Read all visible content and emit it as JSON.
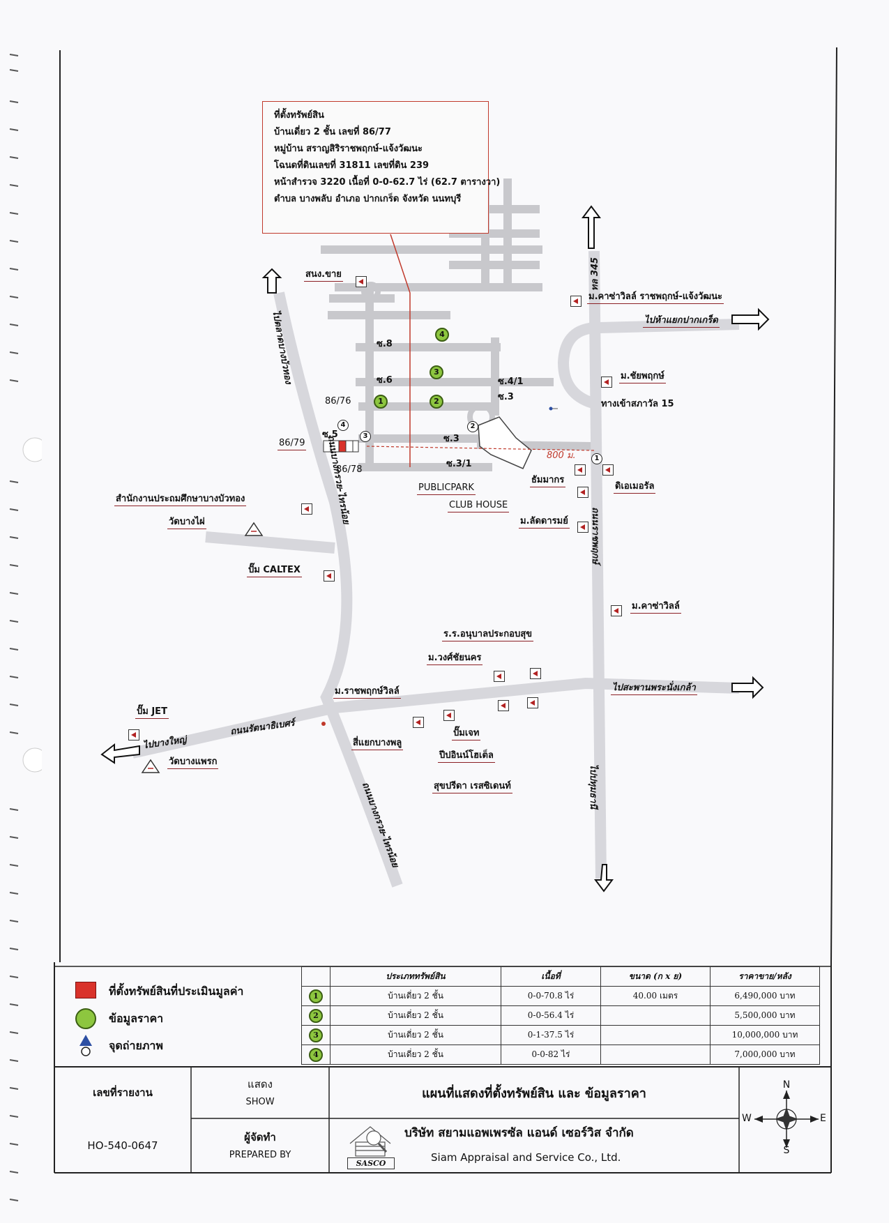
{
  "info_box": {
    "lines": [
      "ที่ตั้งทรัพย์สิน",
      "บ้านเดี่ยว 2 ชั้น เลขที่ 86/77",
      "หมู่บ้าน สราญสิริราชพฤกษ์-แจ้งวัฒนะ",
      "โฉนดที่ดินเลขที่ 31811 เลขที่ดิน 239",
      "หน้าสำรวจ 3220 เนื้อที่ 0-0-62.7 ไร่ (62.7 ตารางวา)",
      "ตำบล บางพลับ อำเภอ ปากเกร็ด จังหวัด นนทบุรี"
    ]
  },
  "map": {
    "road_labels": {
      "rd345": "ทล 345",
      "to_pakkret": "ไปห้าแยกปากเกร็ด",
      "to_lat_bua_thong": "ไปตลาดบางบัวทอง",
      "to_phra_nang_klao": "ไปสะพานพระนั่งเกล้า",
      "to_bang_yai": "ไปบางใหญ่",
      "rattanathibet": "ถนนรัตนาธิเบศร์",
      "to_pathum_thani": "ไปปทุมธานี",
      "ratchaphruek_road": "ถนนราชพฤกษ์",
      "bang_kruai_sai_noi_n": "ถนนบางกรวย-ไทรน้อย",
      "bang_kruai_sai_noi_s": "ถนนบางกรวย-ไทรน้อย",
      "distance": "800 ม."
    },
    "soi_labels": [
      "ซ.8",
      "ซ.6",
      "ซ.4/1",
      "ซ.3",
      "ซ.5",
      "ซ.3",
      "ซ.3/1"
    ],
    "landmarks": [
      "สนง.ขาย",
      "ม.คาซ่าวิลล์ ราชพฤกษ์-แจ้งวัฒนะ",
      "ม.ชัยพฤกษ์",
      "ทางเข้าสภาวัล 15",
      "ธัมมากร",
      "ดิเอเมอรัล",
      "ม.ลัดดารมย์",
      "ม.คาซ่าวิลล์",
      "PUBLICPARK",
      "CLUB HOUSE",
      "สำนักงานประถมศึกษาบางบัวทอง",
      "วัดบางไผ่",
      "ปั๊ม CALTEX",
      "ร.ร.อนุบาลประกอบสุข",
      "ม.วงศ์ชัยนคร",
      "ม.ราชพฤกษ์วิลล์",
      "ปั๊ม JET",
      "วัดบางแพรก",
      "สี่แยกบางพลู",
      "ปั๊มเจท",
      "ปีปอินน์โฮเต็ล",
      "สุขปรีดา เรสซิเดนท์"
    ],
    "plots": [
      "86/76",
      "86/79",
      "86/78"
    ],
    "photo_points": [
      "1",
      "2",
      "3",
      "4"
    ],
    "comparables": [
      "1",
      "2",
      "3",
      "4"
    ]
  },
  "legend": {
    "subject_label": "ที่ตั้งทรัพย์สินที่ประเมินมูลค่า",
    "comparable_label": "ข้อมูลราคา",
    "photo_label": "จุดถ่ายภาพ",
    "colors": {
      "subject": "#d9322a",
      "comparable": "#8dc63f",
      "photo": "#2d4fa3"
    }
  },
  "price_table": {
    "headers": [
      "ประเภททรัพย์สิน",
      "เนื้อที่",
      "ขนาด (ก x ย)",
      "ราคาขาย/หลัง"
    ],
    "rows": [
      {
        "no": "1",
        "type": "บ้านเดี่ยว 2 ชั้น",
        "area": "0-0-70.8 ไร่",
        "size": "40.00 เมตร",
        "price": "6,490,000 บาท"
      },
      {
        "no": "2",
        "type": "บ้านเดี่ยว 2 ชั้น",
        "area": "0-0-56.4 ไร่",
        "size": "",
        "price": "5,500,000 บาท"
      },
      {
        "no": "3",
        "type": "บ้านเดี่ยว 2 ชั้น",
        "area": "0-1-37.5 ไร่",
        "size": "",
        "price": "10,000,000 บาท"
      },
      {
        "no": "4",
        "type": "บ้านเดี่ยว 2 ชั้น",
        "area": "0-0-82 ไร่",
        "size": "",
        "price": "7,000,000 บาท"
      }
    ]
  },
  "title_block": {
    "report_no_label": "เลขที่รายงาน",
    "report_no": "HO-540-0647",
    "show_th": "แสดง",
    "show_en": "SHOW",
    "prepared_th": "ผู้จัดทำ",
    "prepared_en": "PREPARED BY",
    "title": "แผนที่แสดงที่ตั้งทรัพย์สิน และ ข้อมูลราคา",
    "company_th": "บริษัท สยามแอพเพรซัล แอนด์ เซอร์วิส จำกัด",
    "company_en": "Siam Appraisal and Service Co., Ltd.",
    "logo_text": "SASCO",
    "compass": {
      "n": "N",
      "s": "S",
      "e": "E",
      "w": "W"
    }
  }
}
